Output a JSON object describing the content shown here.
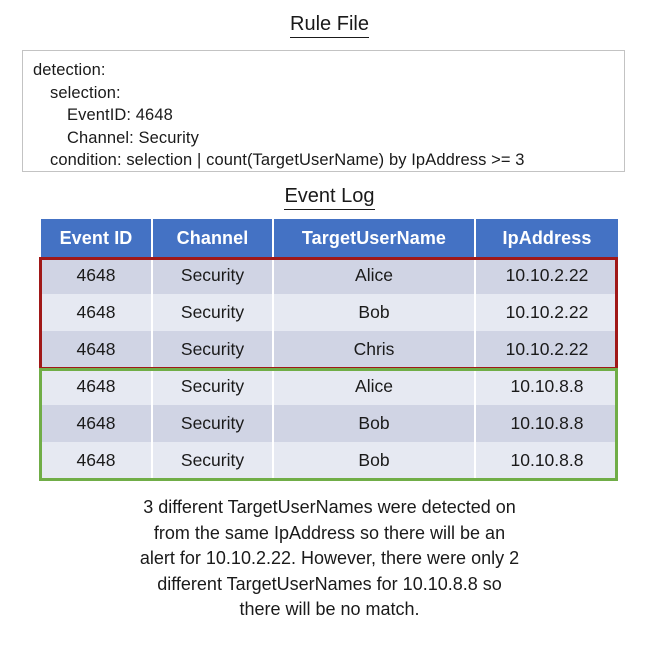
{
  "rule_section": {
    "title": "Rule File",
    "lines": [
      {
        "text": "detection:",
        "indent": 0
      },
      {
        "text": "selection:",
        "indent": 1
      },
      {
        "text": "EventID: 4648",
        "indent": 2
      },
      {
        "text": "Channel: Security",
        "indent": 2
      },
      {
        "text": "condition: selection | count(TargetUserName) by IpAddress >= 3",
        "indent": 1
      }
    ]
  },
  "eventlog_section": {
    "title": "Event Log",
    "columns": [
      "Event ID",
      "Channel",
      "TargetUserName",
      "IpAddress"
    ],
    "rows": [
      {
        "event_id": "4648",
        "channel": "Security",
        "username": "Alice",
        "ip": "10.10.2.22"
      },
      {
        "event_id": "4648",
        "channel": "Security",
        "username": "Bob",
        "ip": "10.10.2.22"
      },
      {
        "event_id": "4648",
        "channel": "Security",
        "username": "Chris",
        "ip": "10.10.2.22"
      },
      {
        "event_id": "4648",
        "channel": "Security",
        "username": "Alice",
        "ip": "10.10.8.8"
      },
      {
        "event_id": "4648",
        "channel": "Security",
        "username": "Bob",
        "ip": "10.10.8.8"
      },
      {
        "event_id": "4648",
        "channel": "Security",
        "username": "Bob",
        "ip": "10.10.8.8"
      }
    ],
    "highlight_groups": [
      {
        "name": "match-group",
        "color": "#a01818",
        "rows": [
          0,
          1,
          2
        ]
      },
      {
        "name": "no-match-group",
        "color": "#70ad47",
        "rows": [
          3,
          4,
          5
        ]
      }
    ]
  },
  "caption": {
    "lines": [
      "3 different TargetUserNames were detected on",
      "from the same IpAddress so there will be an",
      "alert for 10.10.2.22. However, there were only 2",
      "different TargetUserNames for 10.10.8.8 so",
      "there will be no match."
    ]
  },
  "colors": {
    "header_blue": "#4472c4",
    "row_dark": "#d0d4e4",
    "row_light": "#e6e9f2",
    "match_red": "#a01818",
    "nomatch_green": "#70ad47",
    "box_border": "#c3c3c3"
  }
}
